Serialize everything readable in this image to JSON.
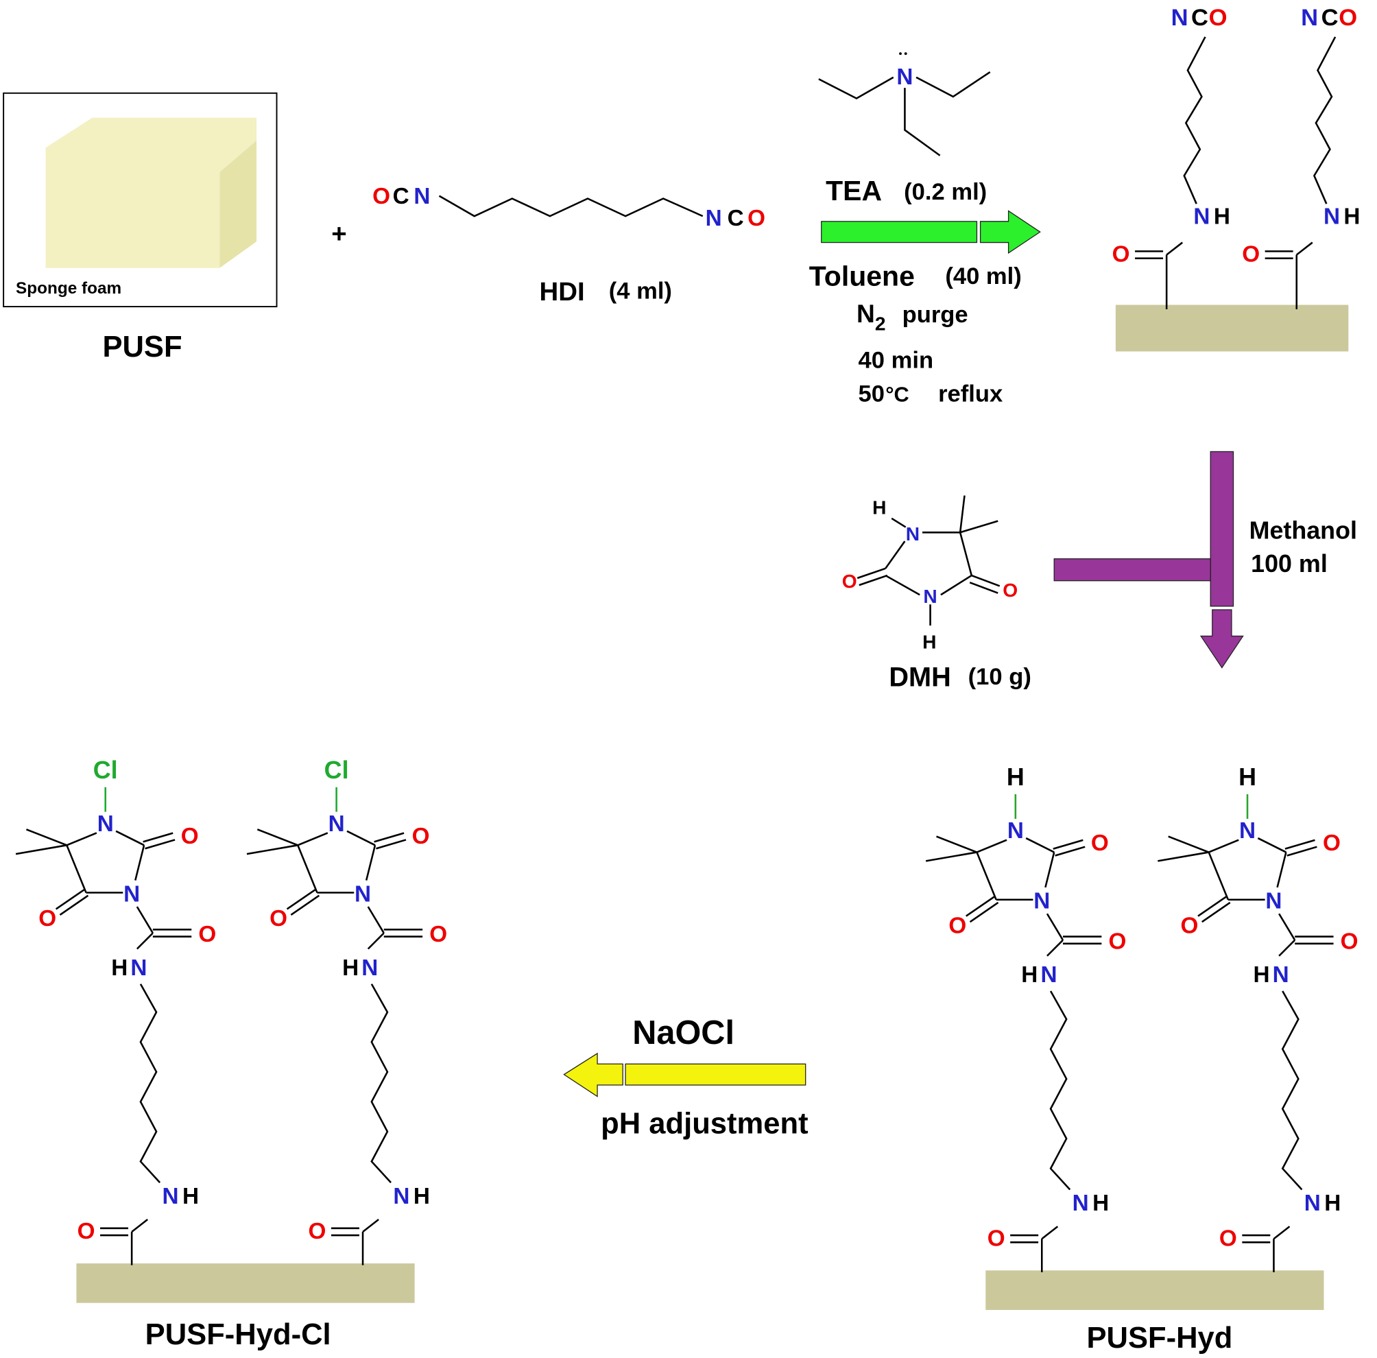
{
  "colors": {
    "nitrogen": "#2222cc",
    "oxygen": "#ee0000",
    "chlorine": "#1faa2e",
    "hydrogen": "#000000",
    "bond": "#000000",
    "nh_bond": "#2aa52a",
    "surface": "#cbc99c",
    "sponge_top": "#f3f0c2",
    "sponge_side": "#e5e3a8",
    "arrow_step1": "#2cf02c",
    "arrow_step2": "#98369a",
    "arrow_step3": "#f4f30e"
  },
  "reactant": {
    "photo_caption": "Sponge foam",
    "name": "PUSF"
  },
  "plus": "+",
  "hdi": {
    "name": "HDI",
    "amount": "(4 ml)",
    "left_end": "OCN",
    "right_end": "NCO"
  },
  "step1": {
    "catalyst_name": "TEA",
    "catalyst_amount": "(0.2 ml)",
    "solvent": "Toluene",
    "solvent_amount": "(40 ml)",
    "gas": "N",
    "gas_sub": "2",
    "gas_rest": "purge",
    "time": "40 min",
    "temp_value": "50",
    "temp_unit": "°C",
    "temp_mode": "reflux"
  },
  "tea_atom": "N",
  "intermediate": {
    "end_group": "NCO",
    "amide_h": "NH",
    "carbonyl_o": "O"
  },
  "step2": {
    "solvent": "Methanol",
    "amount": "100 ml"
  },
  "dmh": {
    "name": "DMH",
    "amount": "(10 g)",
    "atoms": {
      "h": "H",
      "n": "N",
      "o": "O"
    }
  },
  "product1": {
    "name": "PUSF-Hyd",
    "top_atom": "H"
  },
  "step3": {
    "reagent": "NaOCl",
    "condition": "pH adjustment"
  },
  "product2": {
    "name": "PUSF-Hyd-Cl",
    "top_atom": "Cl"
  },
  "labels": {
    "n": "N",
    "o": "O",
    "h": "H",
    "hn_h": "H",
    "hn_n": "N"
  }
}
